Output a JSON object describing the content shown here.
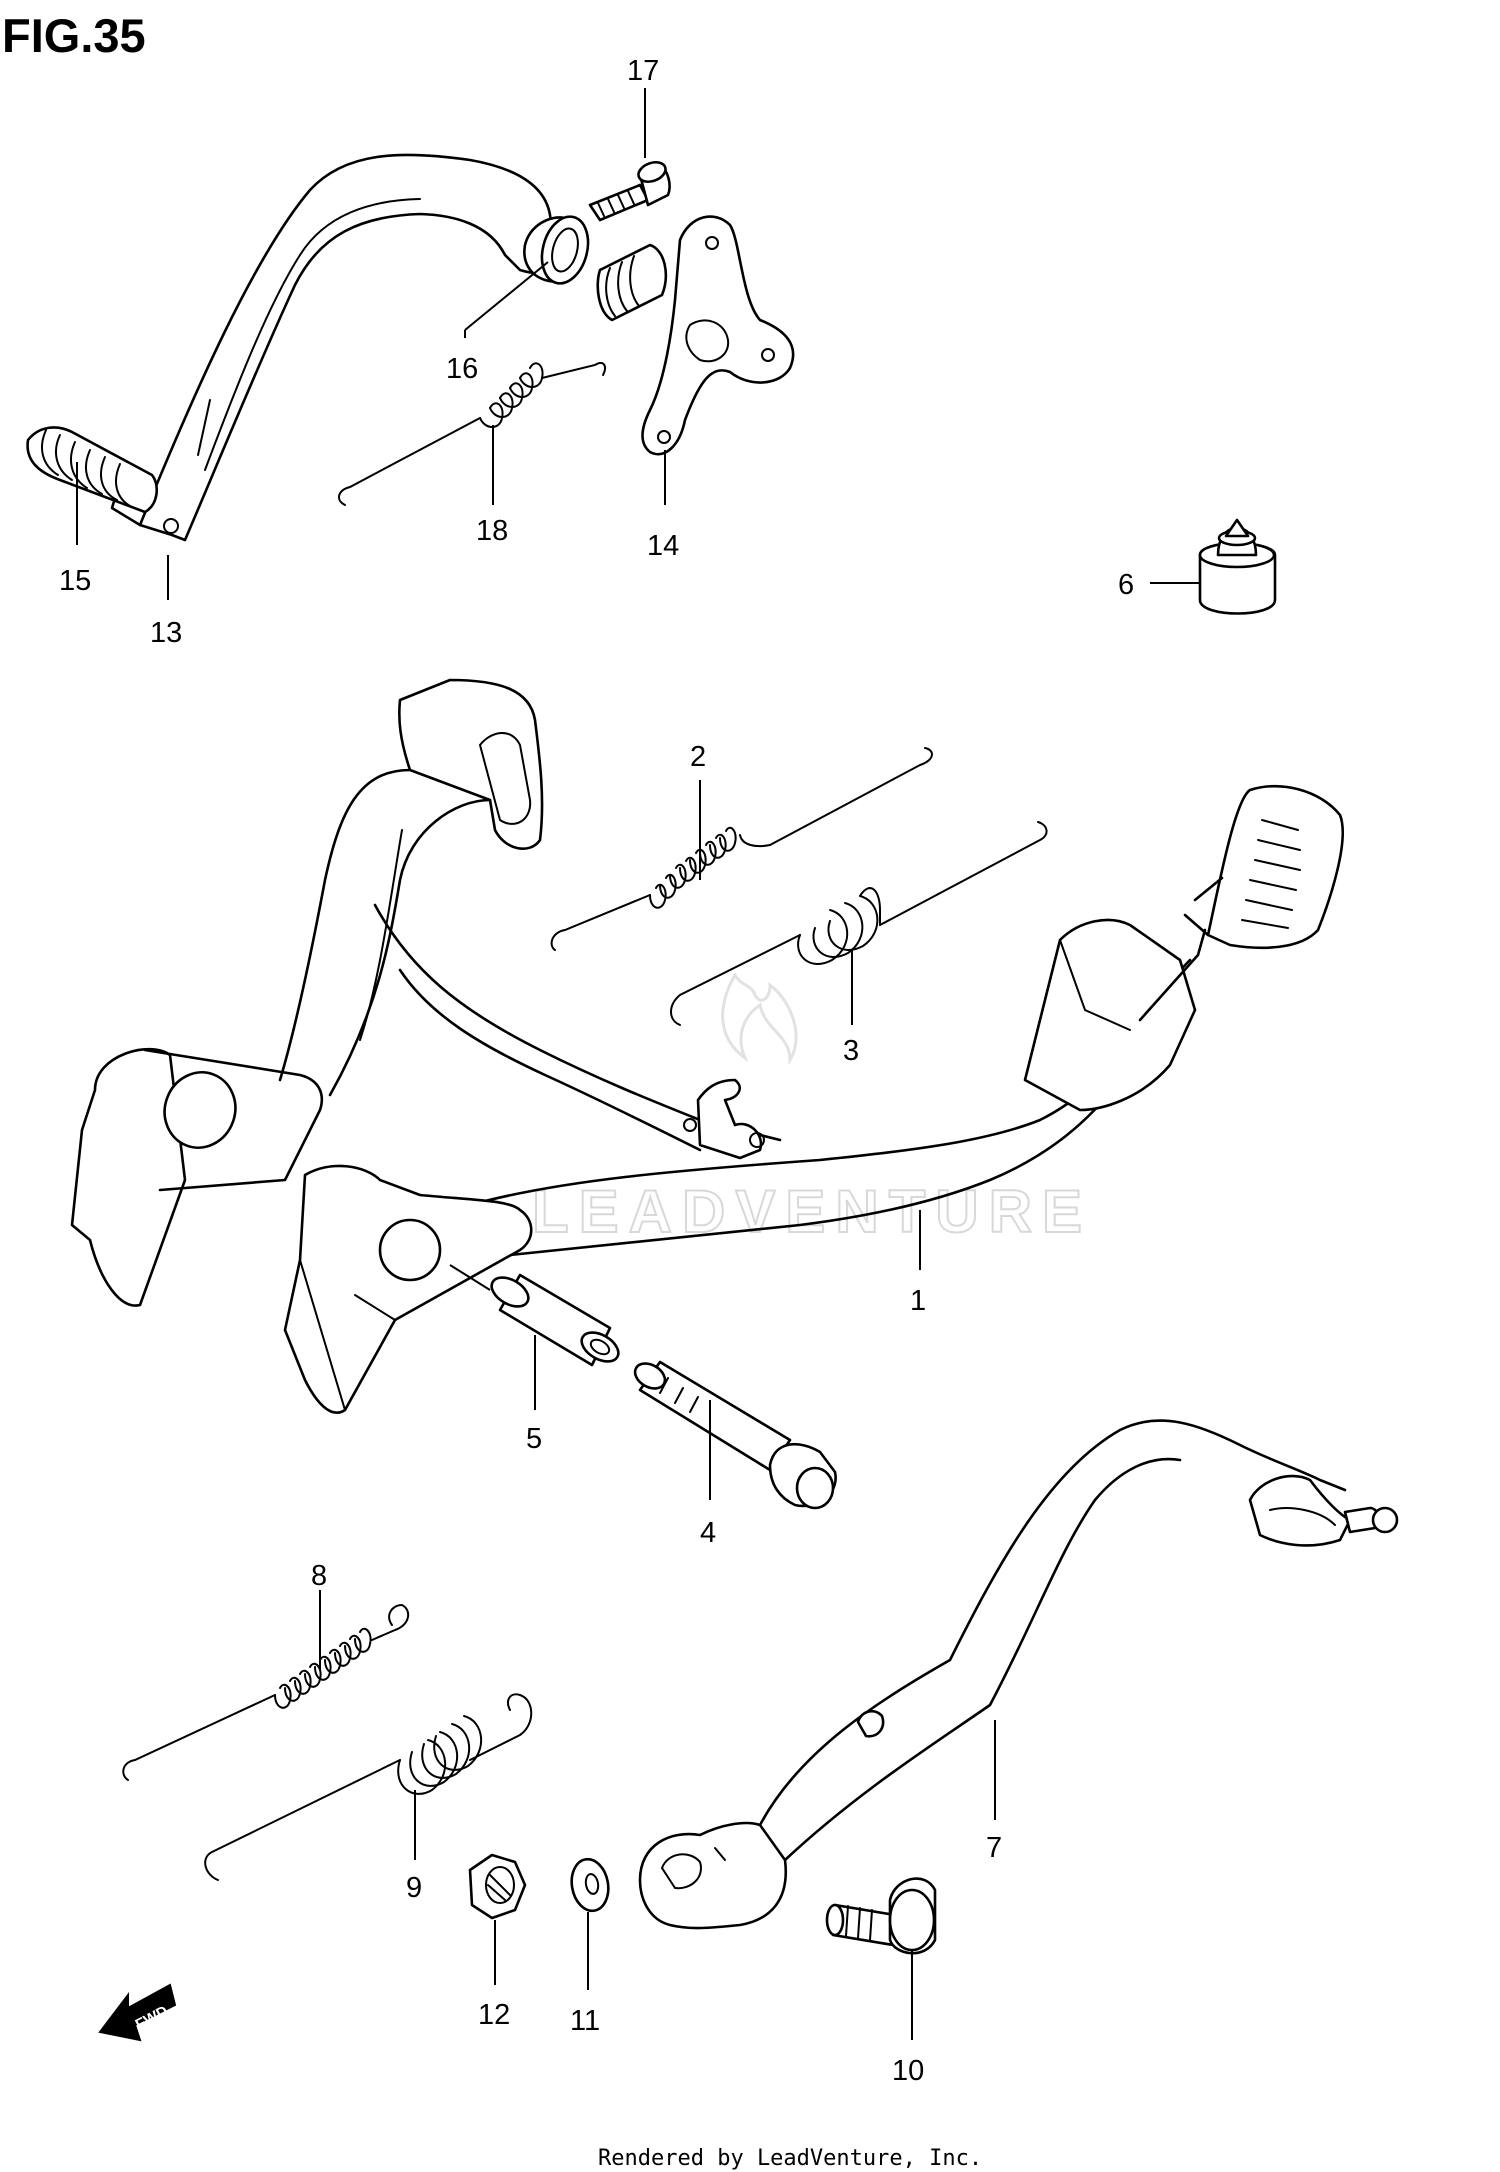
{
  "figure_title": "FIG.35",
  "watermark": "LEADVENTURE",
  "footer": "Rendered by LeadVenture, Inc.",
  "fwd_label": "FWD",
  "callouts": {
    "c1": "1",
    "c2": "2",
    "c3": "3",
    "c4": "4",
    "c5": "5",
    "c6": "6",
    "c7": "7",
    "c8": "8",
    "c9": "9",
    "c10": "10",
    "c11": "11",
    "c12": "12",
    "c13": "13",
    "c14": "14",
    "c15": "15",
    "c16": "16",
    "c17": "17",
    "c18": "18"
  }
}
